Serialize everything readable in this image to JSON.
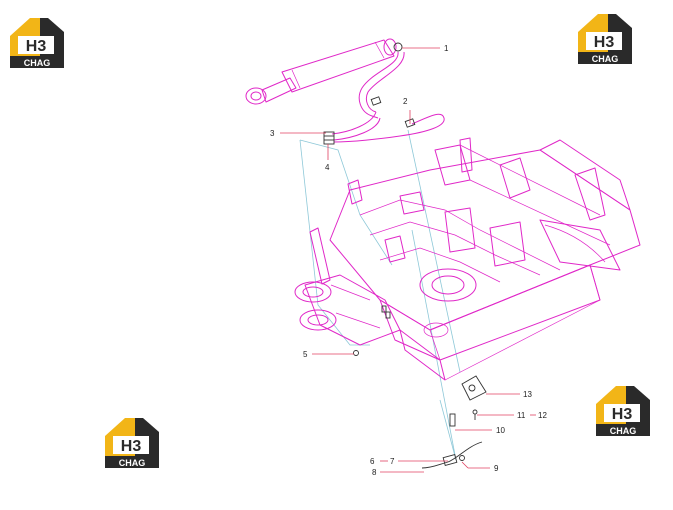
{
  "logo": {
    "top_text": "H3",
    "bottom_text": "CHAG",
    "colors": {
      "house": "#f2b517",
      "dark": "#2a2a2a"
    }
  },
  "callouts": [
    {
      "id": "c1",
      "label": "1"
    },
    {
      "id": "c2",
      "label": "2"
    },
    {
      "id": "c3",
      "label": "3"
    },
    {
      "id": "c4",
      "label": "4"
    },
    {
      "id": "c5",
      "label": "5"
    },
    {
      "id": "c6",
      "label": "6"
    },
    {
      "id": "c7",
      "label": "7"
    },
    {
      "id": "c8",
      "label": "8"
    },
    {
      "id": "c9",
      "label": "9"
    },
    {
      "id": "c10",
      "label": "10"
    },
    {
      "id": "c11",
      "label": "11"
    },
    {
      "id": "c12",
      "label": "12"
    },
    {
      "id": "c13",
      "label": "13"
    }
  ],
  "colors": {
    "frame": "#e028c8",
    "leader": "#e04060",
    "guide": "#8ec8d8",
    "parts": "#333333"
  }
}
